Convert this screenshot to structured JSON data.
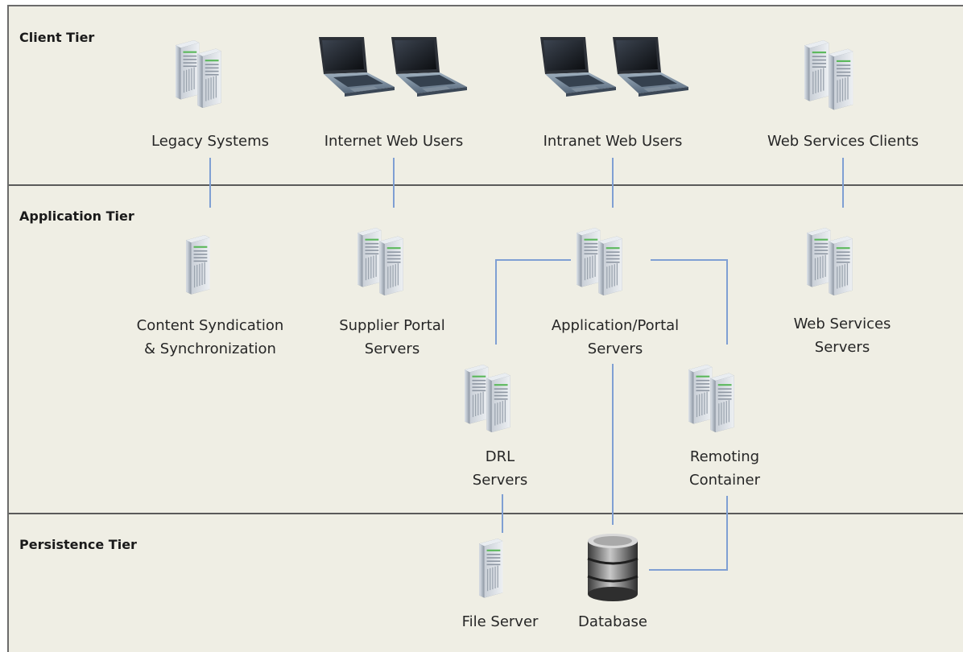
{
  "tiers": {
    "client": "Client Tier",
    "application": "Application Tier",
    "persistence": "Persistence Tier"
  },
  "nodes": {
    "legacy_systems": "Legacy Systems",
    "internet_web_users": "Internet Web Users",
    "intranet_web_users": "Intranet Web Users",
    "web_services_clients": "Web Services Clients",
    "content_syndication": [
      "Content Syndication",
      "& Synchronization"
    ],
    "supplier_portal": [
      "Supplier Portal",
      "Servers"
    ],
    "application_portal": [
      "Application/Portal",
      "Servers"
    ],
    "web_services_servers": [
      "Web Services",
      "Servers"
    ],
    "drl_servers": [
      "DRL",
      "Servers"
    ],
    "remoting_container": [
      "Remoting",
      "Container"
    ],
    "file_server": "File Server",
    "database": "Database"
  },
  "icons": {
    "legacy_systems": "server-pair-icon",
    "internet_web_users": "laptop-pair-icon",
    "intranet_web_users": "laptop-pair-icon",
    "web_services_clients": "server-pair-icon",
    "content_syndication": "server-icon",
    "supplier_portal": "server-pair-icon",
    "application_portal": "server-pair-icon",
    "web_services_servers": "server-pair-icon",
    "drl_servers": "server-pair-icon",
    "remoting_container": "server-pair-icon",
    "file_server": "server-icon",
    "database": "database-icon"
  },
  "colors": {
    "background": "#efeee4",
    "connector": "#7f9fd3",
    "divider": "#5a5a5a"
  }
}
